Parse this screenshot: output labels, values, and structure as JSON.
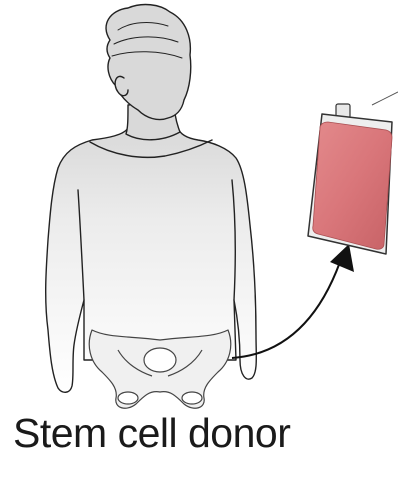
{
  "caption": "Stem cell donor",
  "colors": {
    "body_fill": "#d9d9d9",
    "outline": "#222222",
    "bag_frame": "#eeeeee",
    "bag_fluid": "#d9767a",
    "pelvis_fill": "#f0f0f0"
  },
  "icons": {
    "donor": "person-silhouette",
    "bag": "blood-collection-bag",
    "arrow": "curved-arrow"
  }
}
